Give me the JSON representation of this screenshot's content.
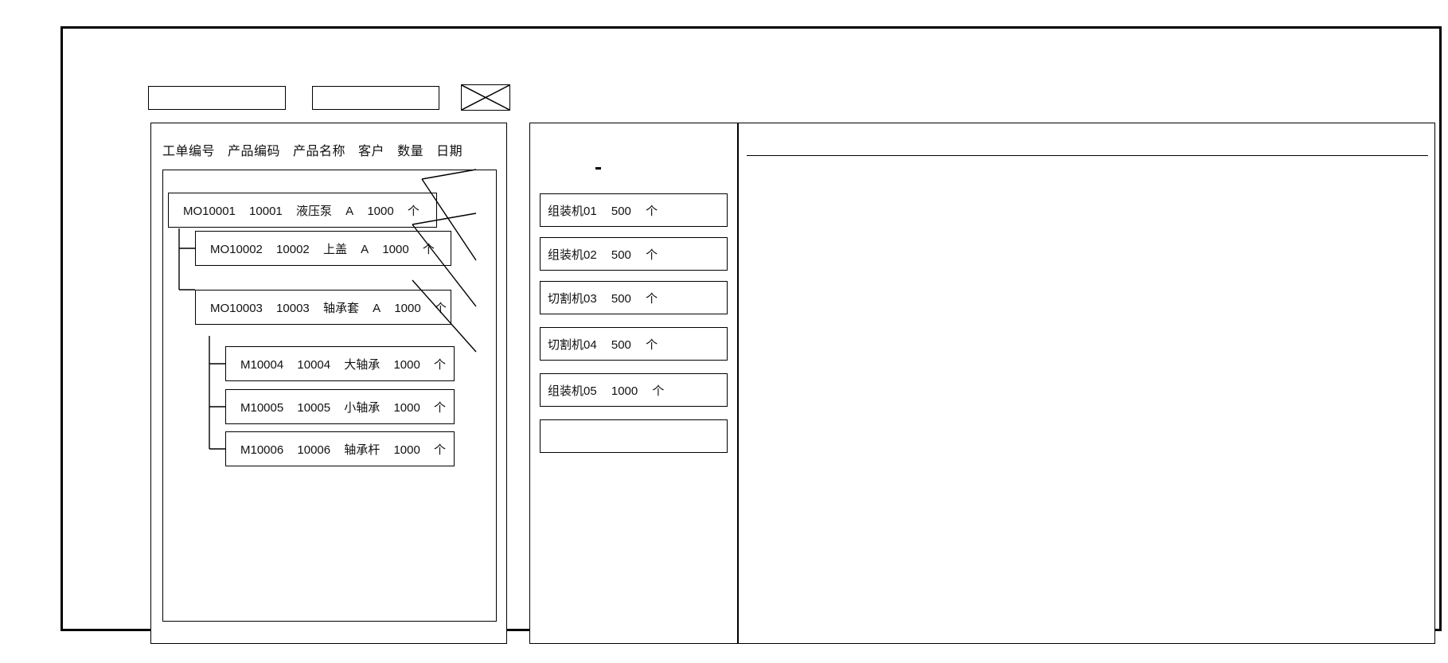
{
  "window": {
    "toolbar": {
      "field_a_placeholder": "",
      "field_a_value": "",
      "field_b_placeholder": "",
      "field_b_value": "",
      "image_placeholder_icon": "crossed-box-icon"
    }
  },
  "left_panel": {
    "table_headers": [
      "工单编号",
      "产品编码",
      "产品名称",
      "客户",
      "数量",
      "日期"
    ],
    "rows": [
      {
        "id": "MO10001",
        "code": "10001",
        "name": "液压泵",
        "customer": "A",
        "qty": "1000",
        "unit": "个",
        "level": 0
      },
      {
        "id": "MO10002",
        "code": "10002",
        "name": "上盖",
        "customer": "A",
        "qty": "1000",
        "unit": "个",
        "level": 1
      },
      {
        "id": "MO10003",
        "code": "10003",
        "name": "轴承套",
        "customer": "A",
        "qty": "1000",
        "unit": "个",
        "level": 1
      },
      {
        "id": "M10004",
        "code": "10004",
        "name": "大轴承",
        "customer": "",
        "qty": "1000",
        "unit": "个",
        "level": 2
      },
      {
        "id": "M10005",
        "code": "10005",
        "name": "小轴承",
        "customer": "",
        "qty": "1000",
        "unit": "个",
        "level": 2
      },
      {
        "id": "M10006",
        "code": "10006",
        "name": "轴承杆",
        "customer": "",
        "qty": "1000",
        "unit": "个",
        "level": 2
      }
    ]
  },
  "middle_panel": {
    "machines": [
      {
        "name": "组装机01",
        "qty": "500",
        "unit": "个"
      },
      {
        "name": "组装机02",
        "qty": "500",
        "unit": "个"
      },
      {
        "name": "切割机03",
        "qty": "500",
        "unit": "个"
      },
      {
        "name": "切割机04",
        "qty": "500",
        "unit": "个"
      },
      {
        "name": "组装机05",
        "qty": "1000",
        "unit": "个"
      },
      {
        "name": "",
        "qty": "",
        "unit": ""
      }
    ]
  },
  "right_panel": {
    "content": ""
  },
  "colors": {
    "stroke": "#000000",
    "background": "#ffffff",
    "text": "#111111"
  }
}
